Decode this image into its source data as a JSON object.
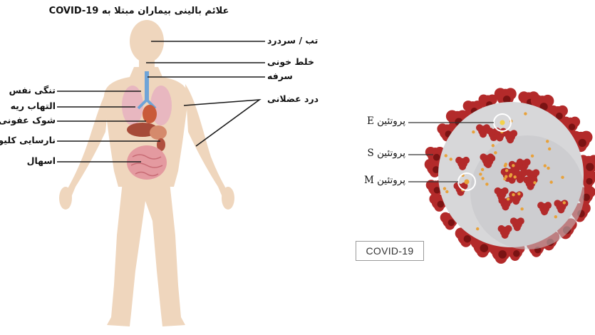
{
  "title": "علائم بالینی بیماران مبتلا به COVID-19",
  "symptoms_right": [
    {
      "label": "تب / سردرد"
    },
    {
      "label": "خلط خونی"
    },
    {
      "label": "سرفه"
    },
    {
      "label": "درد عضلانی"
    }
  ],
  "symptoms_left": [
    {
      "label": "تنگی نفس"
    },
    {
      "label": "التهاب ریه"
    },
    {
      "label": "شوک عفونی"
    },
    {
      "label": "نارسایی کلیوی"
    },
    {
      "label": "اسهال"
    }
  ],
  "proteins": [
    {
      "label": "پروتئین E"
    },
    {
      "label": "پروتئین S"
    },
    {
      "label": "پروتئین M"
    }
  ],
  "virus_badge": "COVID-19",
  "colors": {
    "skin": "#efd6bd",
    "lung": "#e8b7c0",
    "intestine": "#e49aa0",
    "trachea": "#6fa4d8",
    "virus_body": "#d7d7d9",
    "spike": "#b32a2a",
    "spike_dark": "#7a1313",
    "e_protein": "#e8a23b",
    "leader": "#1a1a1a"
  }
}
